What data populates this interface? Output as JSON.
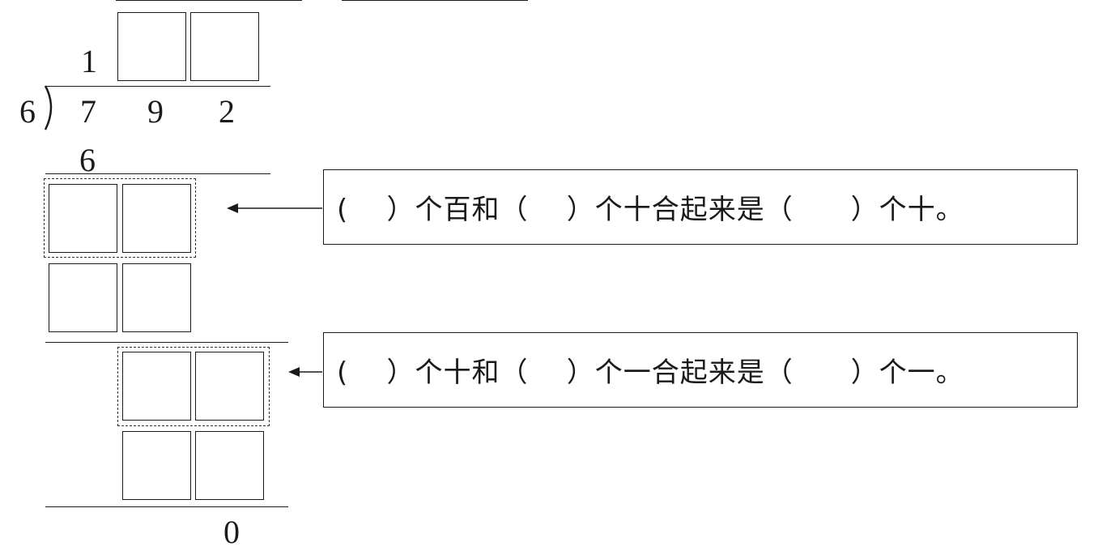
{
  "quotient": {
    "hundreds": "1",
    "tens": "",
    "ones": ""
  },
  "divisor": "6",
  "dividend": [
    "7",
    "9",
    "2"
  ],
  "step1": {
    "subtrahend": "6"
  },
  "final_remainder": "0",
  "prompts": {
    "hundreds_step": "(    ）个百和（    ）个十合起来是（      ）个十。",
    "tens_step": "(    ）个十和（    ）个一合起来是（      ）个一。"
  }
}
